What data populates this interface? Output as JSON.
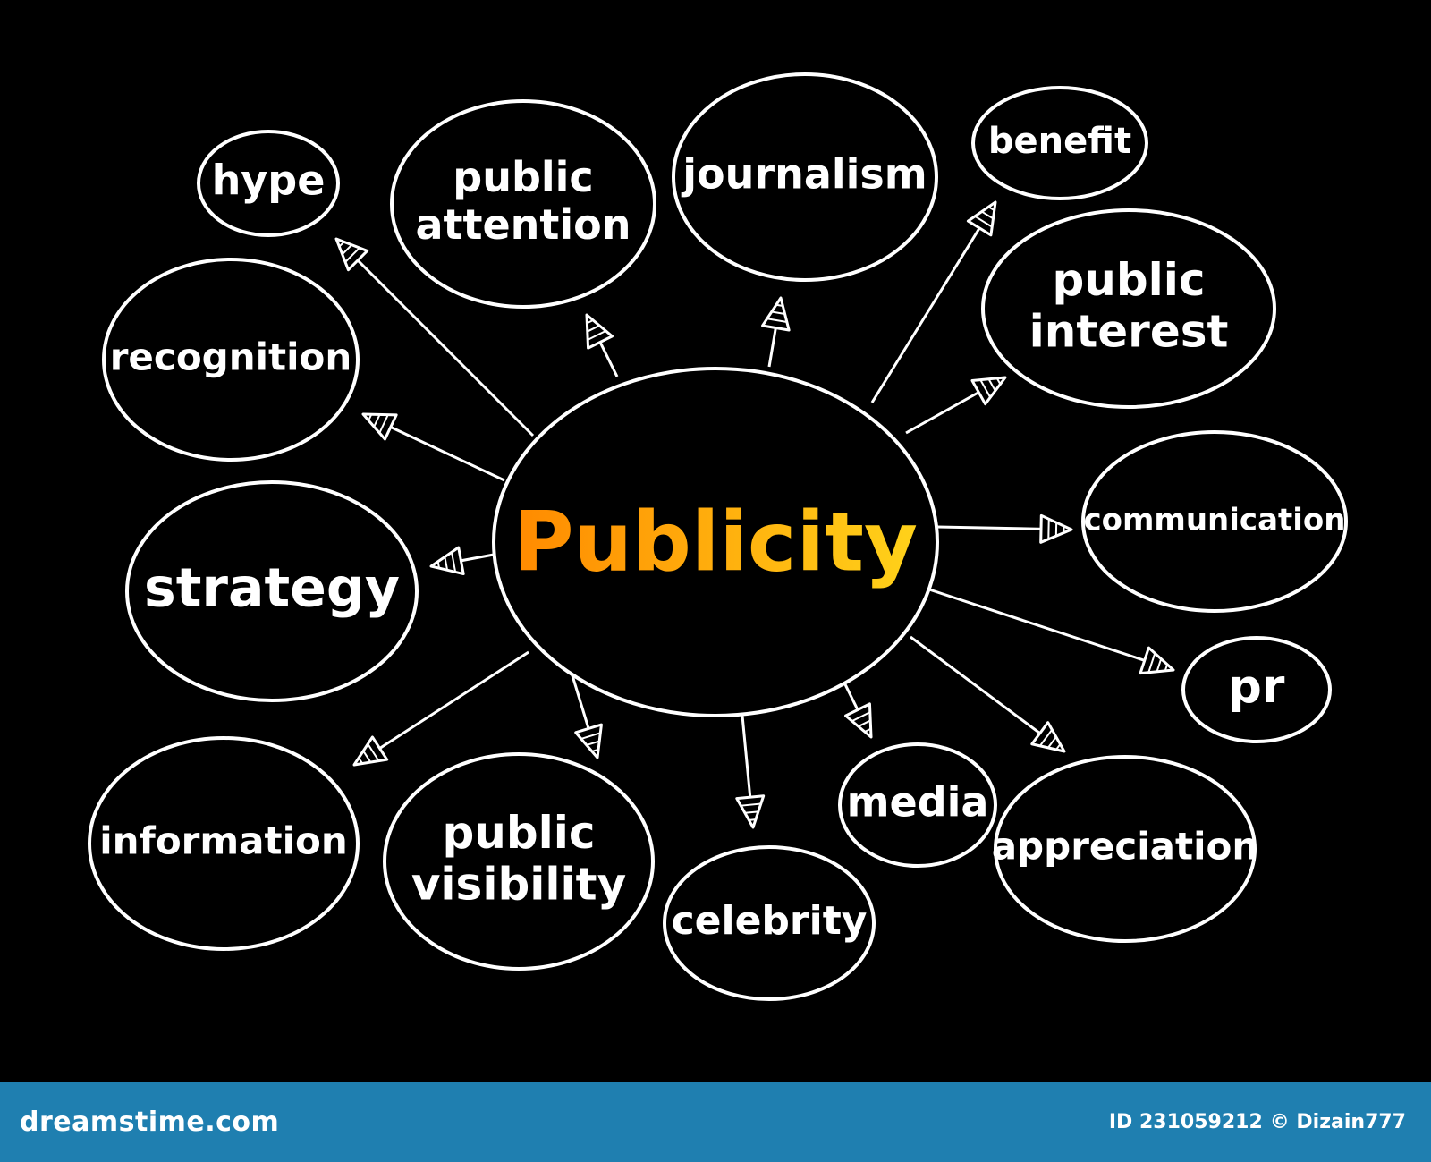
{
  "diagram": {
    "center": "Publicity",
    "nodes": [
      {
        "id": "hype",
        "lines": [
          "hype"
        ]
      },
      {
        "id": "public-attention",
        "lines": [
          "public",
          "attention"
        ]
      },
      {
        "id": "journalism",
        "lines": [
          "journalism"
        ]
      },
      {
        "id": "benefit",
        "lines": [
          "benefit"
        ]
      },
      {
        "id": "public-interest",
        "lines": [
          "public",
          "interest"
        ]
      },
      {
        "id": "recognition",
        "lines": [
          "recognition"
        ]
      },
      {
        "id": "communication",
        "lines": [
          "communication"
        ]
      },
      {
        "id": "strategy",
        "lines": [
          "strategy"
        ]
      },
      {
        "id": "pr",
        "lines": [
          "pr"
        ]
      },
      {
        "id": "information",
        "lines": [
          "information"
        ]
      },
      {
        "id": "public-visibility",
        "lines": [
          "public",
          "visibility"
        ]
      },
      {
        "id": "celebrity",
        "lines": [
          "celebrity"
        ]
      },
      {
        "id": "media",
        "lines": [
          "media"
        ]
      },
      {
        "id": "appreciation",
        "lines": [
          "appreciation"
        ]
      }
    ],
    "colors": {
      "background": "#000000",
      "stroke": "#ffffff",
      "center_gradient_start": "#ff8a00",
      "center_gradient_end": "#ffd21a"
    }
  },
  "footer": {
    "logo": "dreamstime.com",
    "id_label": "ID 231059212",
    "copyright": "© Dizain777",
    "color": "#1f7fb0"
  }
}
